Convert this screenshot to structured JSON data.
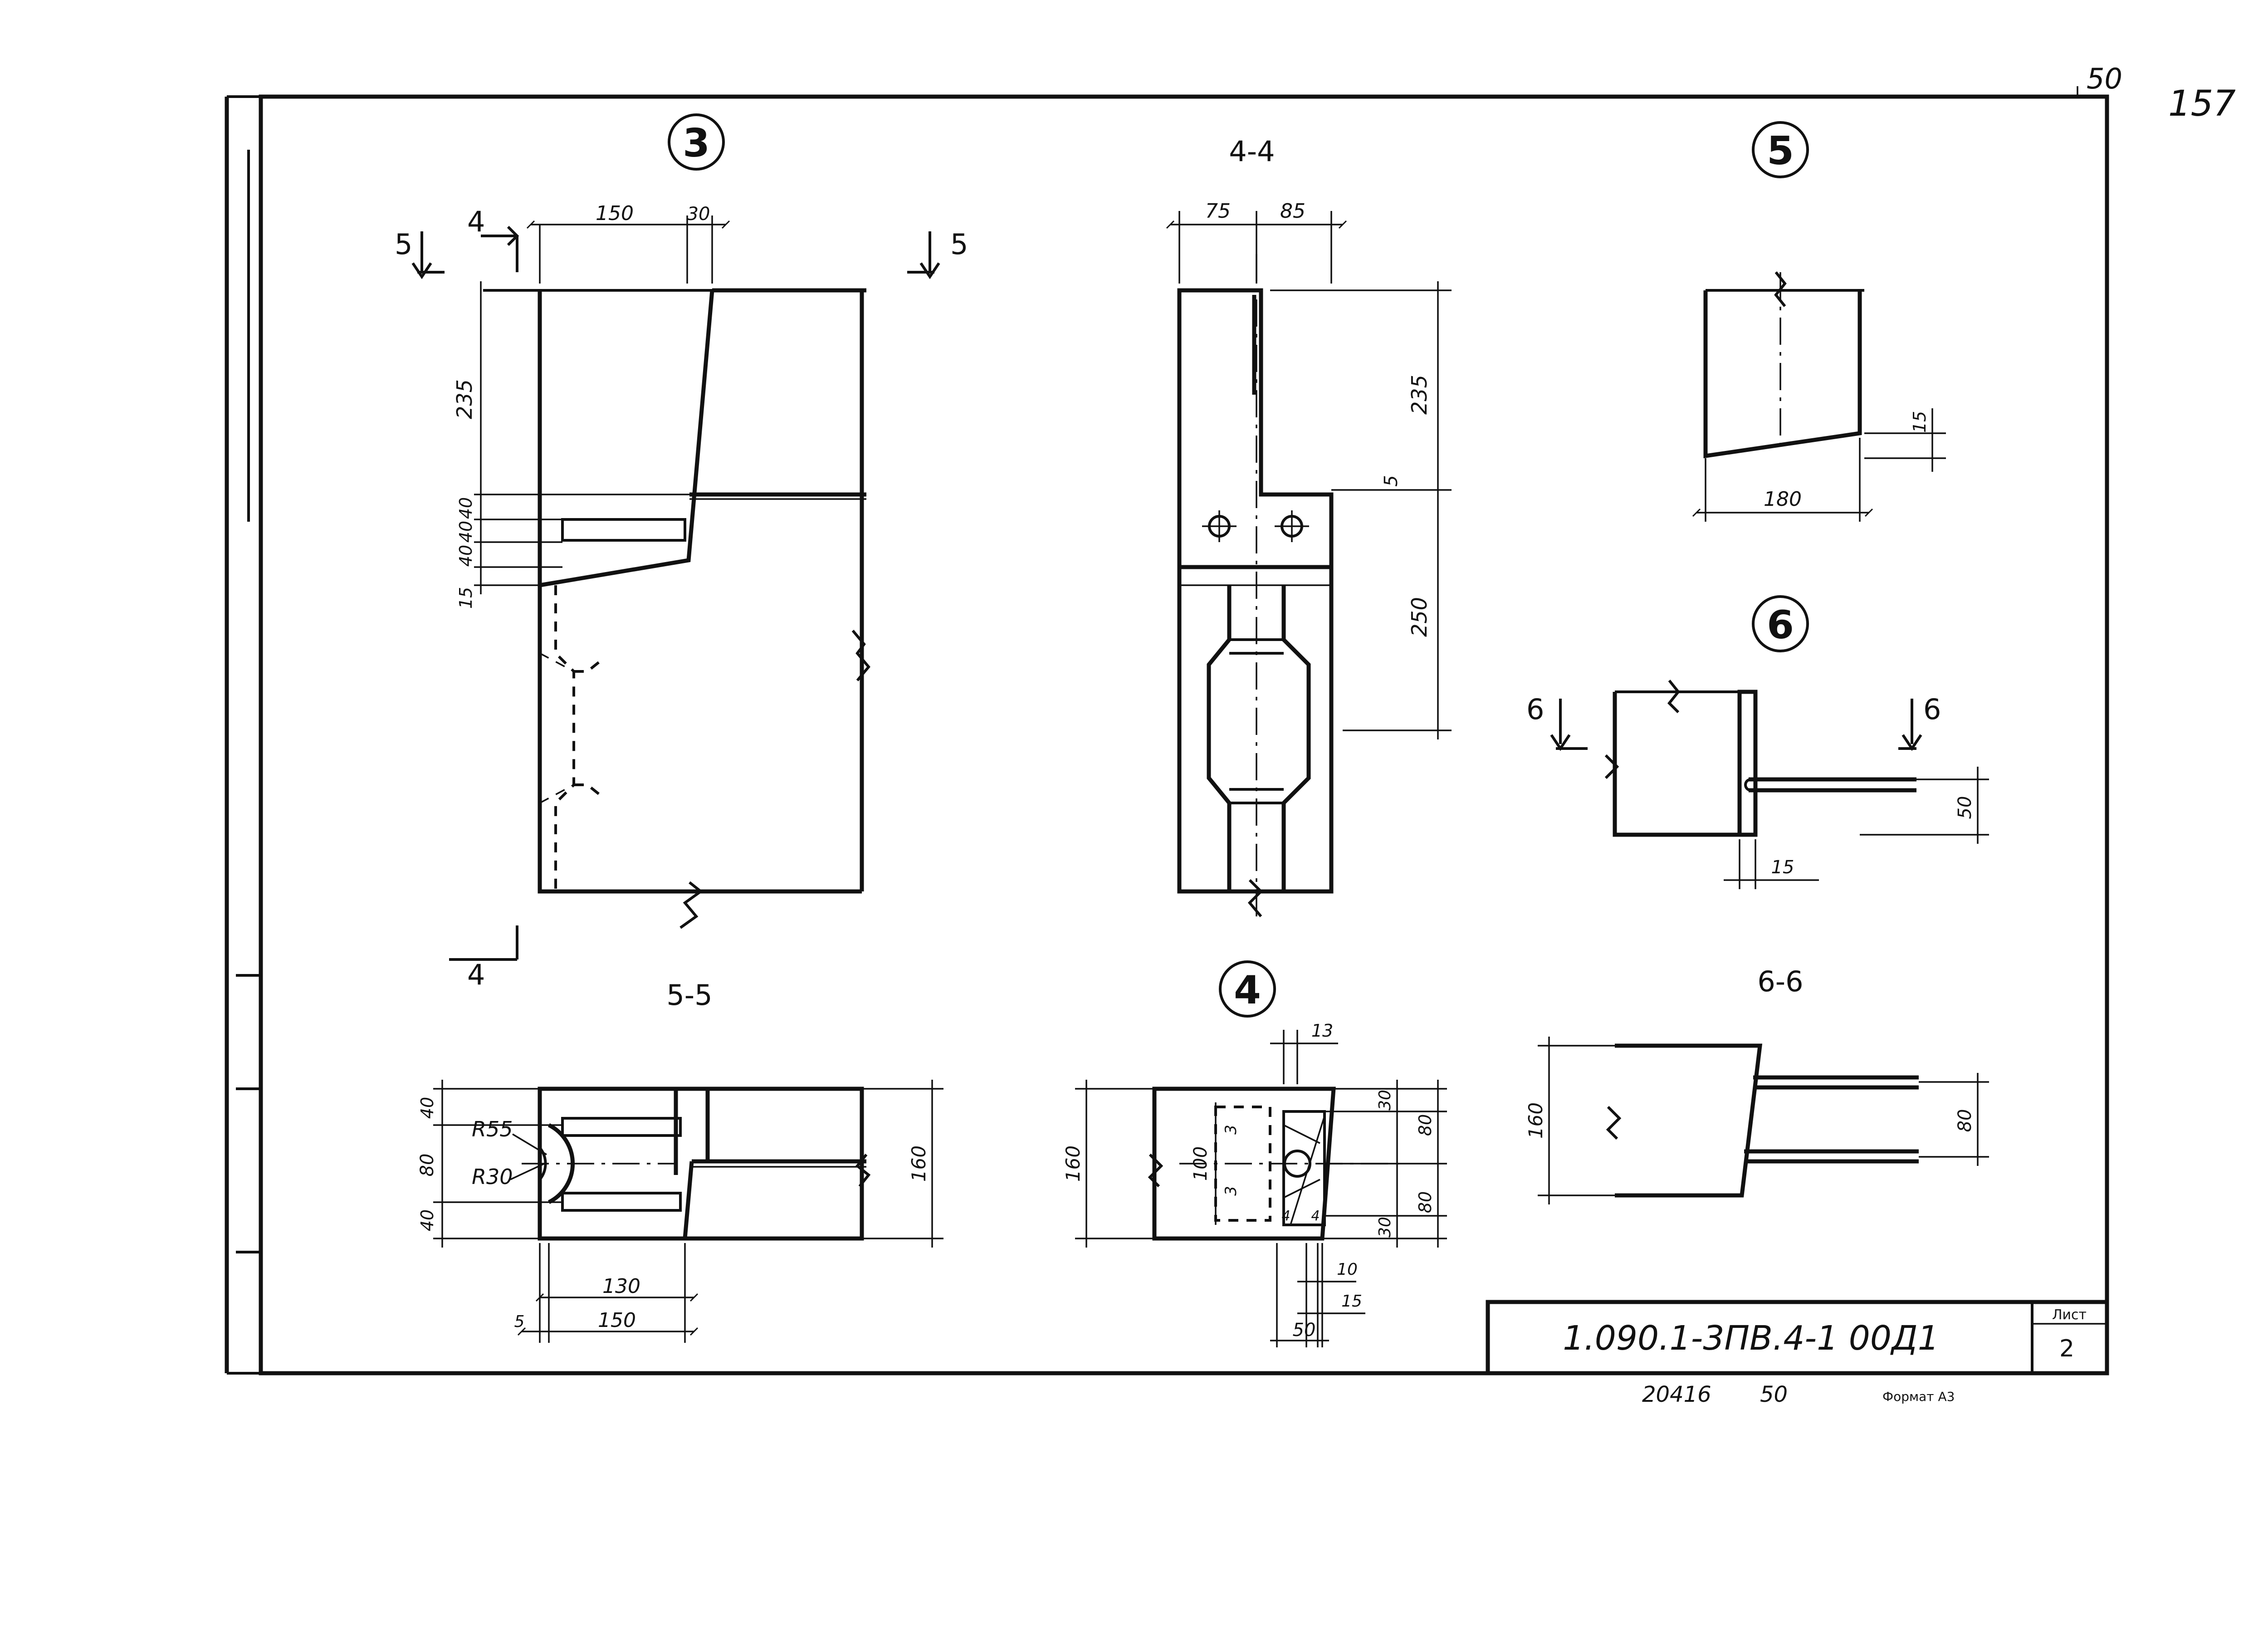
{
  "sheet": {
    "corner_value": "50",
    "page_number": "157",
    "code": "1.090.1-3ПВ.4-1 00Д1",
    "sheet_label": "Лист",
    "sheet_no": "2",
    "inventory": "20416",
    "inventory_value": "50",
    "format": "Формат А3"
  },
  "detail3": {
    "marker": "3",
    "cut4": "4",
    "cut4b": "4",
    "cut5a": "5",
    "cut5b": "5",
    "d150": "150",
    "d30": "30",
    "d235": "235",
    "d40a": "40",
    "d40b": "40",
    "d40c": "40",
    "d15": "15"
  },
  "section44": {
    "title": "4-4",
    "d75": "75",
    "d85": "85",
    "d235": "235",
    "d5": "5",
    "d250": "250"
  },
  "detail5": {
    "marker": "5",
    "d15": "15",
    "d180": "180"
  },
  "detail6": {
    "marker": "6",
    "cut_a": "6",
    "cut_b": "6",
    "d50": "50",
    "d15": "15"
  },
  "section55": {
    "title": "5-5",
    "d40a": "40",
    "d80": "80",
    "d40b": "40",
    "r55": "R55",
    "r30": "R30",
    "d160": "160",
    "d130": "130",
    "d5": "5",
    "d150": "150"
  },
  "detail4": {
    "marker": "4",
    "d13": "13",
    "d160": "160",
    "d100": "100",
    "d3a": "3",
    "d3b": "3",
    "d30a": "30",
    "d80a": "80",
    "d30b": "30",
    "d80b": "80",
    "d4a": "4",
    "d4b": "4",
    "d10": "10",
    "d15": "15",
    "d50": "50"
  },
  "section66": {
    "title": "6-6",
    "d160": "160",
    "d80": "80"
  }
}
